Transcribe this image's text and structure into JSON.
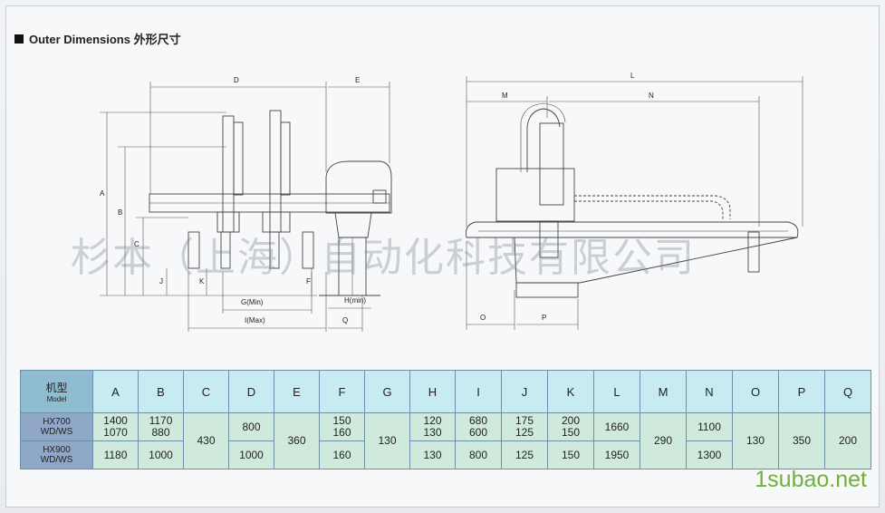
{
  "page": {
    "section_title": "Outer Dimensions 外形尺寸",
    "watermark": "杉本（上海）自动化科技有限公司",
    "brand": "1subao.net"
  },
  "drawing_labels": {
    "left": {
      "A": "A",
      "B": "B",
      "C": "C",
      "D": "D",
      "E": "E",
      "F": "F",
      "J": "J",
      "K": "K",
      "G": "G(Min)",
      "H": "H(min)",
      "I": "I(Max)",
      "Q": "Q"
    },
    "right": {
      "L": "L",
      "M": "M",
      "N": "N",
      "O": "O",
      "P": "P"
    }
  },
  "table": {
    "model_header": {
      "zh": "机型",
      "en": "Model"
    },
    "columns": [
      "A",
      "B",
      "C",
      "D",
      "E",
      "F",
      "G",
      "H",
      "I",
      "J",
      "K",
      "L",
      "M",
      "N",
      "O",
      "P",
      "Q"
    ],
    "rows": [
      {
        "model": [
          "HX700",
          "WD/WS"
        ],
        "A": [
          "1400",
          "1070"
        ],
        "B": [
          "1170",
          "880"
        ],
        "C": [
          "430"
        ],
        "D": [
          "800"
        ],
        "E": [
          "360"
        ],
        "F": [
          "150",
          "160"
        ],
        "G": [
          "130"
        ],
        "H": [
          "120",
          "130"
        ],
        "I": [
          "680",
          "600"
        ],
        "J": [
          "175",
          "125"
        ],
        "K": [
          "200",
          "150"
        ],
        "L": [
          "1660"
        ],
        "M": [
          "290"
        ],
        "N": [
          "1100"
        ],
        "O": [
          "130"
        ],
        "P": [
          "350"
        ],
        "Q": [
          "200"
        ]
      },
      {
        "model": [
          "HX900",
          "WD/WS"
        ],
        "A": [
          "1180"
        ],
        "B": [
          "1000"
        ],
        "D": [
          "1000"
        ],
        "F": [
          "160"
        ],
        "H": [
          "130"
        ],
        "I": [
          "800"
        ],
        "J": [
          "125"
        ],
        "K": [
          "150"
        ],
        "L": [
          "1950"
        ],
        "N": [
          "1300"
        ]
      }
    ]
  }
}
